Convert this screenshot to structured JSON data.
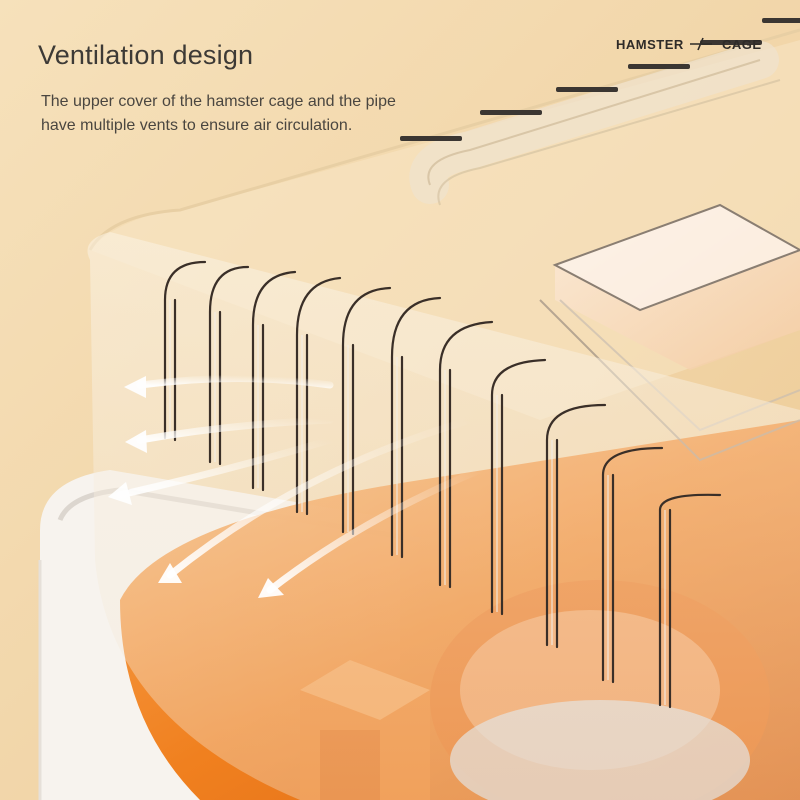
{
  "heading": {
    "title": "Ventilation design",
    "lines": [
      "The upper cover of the hamster cage and the pipe",
      "have multiple vents to ensure air circulation."
    ]
  },
  "brand": {
    "left": "HAMSTER",
    "right": "CAGE",
    "separator_icon": "arrow-slash-icon"
  },
  "colors": {
    "background": "#f3d8ad",
    "accent_orange": "#f07a14",
    "cage_white": "#f7f3ee",
    "text_dark": "#3d3a36"
  }
}
